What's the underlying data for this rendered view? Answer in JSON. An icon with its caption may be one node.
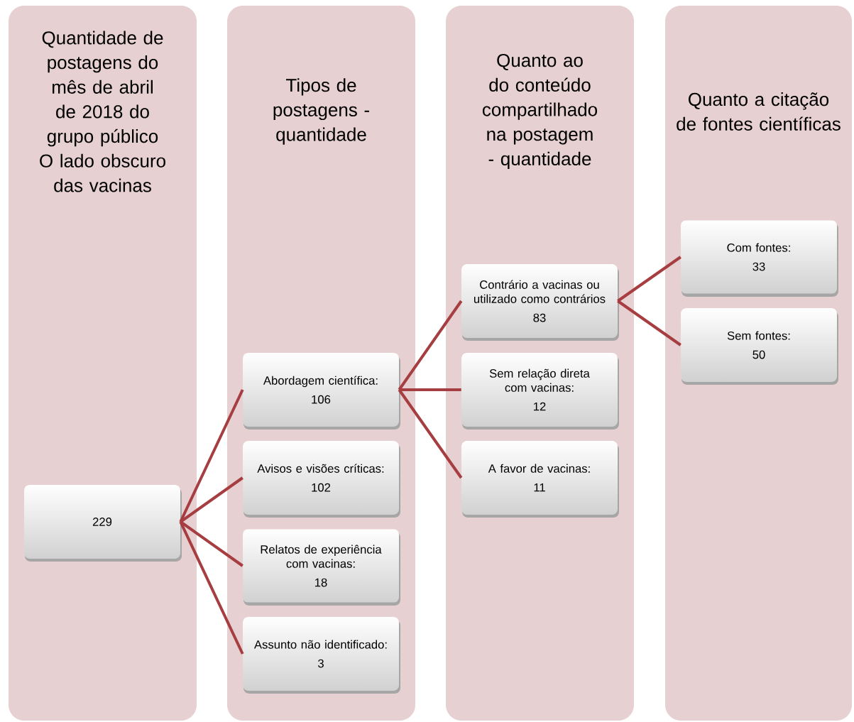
{
  "diagram": {
    "nodes": [
      {
        "text": [
          "Quantidade de postagens do mês de abril de 2018 do grupo público O lado obscuro das vacinas"
        ]
      },
      {
        "text": [
          "Tipos de postagens - quantidade"
        ]
      },
      {
        "text": [
          "Quanto ao do conteúdo compartilhado na postagem - quantidade"
        ]
      },
      {
        "text": [
          "Quanto a citação de fontes científicas"
        ]
      },
      {
        "text": [
          "229"
        ],
        "in": 0
      },
      {
        "text": [
          "Abordagem científica:",
          "106"
        ],
        "in": 1
      },
      {
        "text": [
          "Avisos e visões críticas:",
          "102"
        ],
        "in": 1
      },
      {
        "text": [
          "Relatos de experiência com vacinas:",
          "18"
        ],
        "in": 1
      },
      {
        "text": [
          "Assunto não identificado:",
          "3"
        ],
        "in": 1
      },
      {
        "text": [
          "Contrário a vacinas ou utilizado como contrários",
          "83"
        ],
        "in": 2
      },
      {
        "text": [
          "Sem relação direta com vacinas:",
          "12"
        ],
        "in": 2
      },
      {
        "text": [
          "A favor de vacinas:",
          "11"
        ],
        "in": 2
      },
      {
        "text": [
          "Com fontes:",
          "33"
        ],
        "in": 3
      },
      {
        "text": [
          "Sem fontes:",
          "50"
        ],
        "in": 3
      }
    ],
    "edges": [
      {
        "from": 4,
        "to": 5,
        "arrow": "none"
      },
      {
        "from": 4,
        "to": 6,
        "arrow": "none"
      },
      {
        "from": 4,
        "to": 7,
        "arrow": "none"
      },
      {
        "from": 4,
        "to": 8,
        "arrow": "none"
      },
      {
        "from": 5,
        "to": 9,
        "arrow": "none"
      },
      {
        "from": 5,
        "to": 10,
        "arrow": "none"
      },
      {
        "from": 5,
        "to": 11,
        "arrow": "none"
      },
      {
        "from": 9,
        "to": 12,
        "arrow": "none"
      },
      {
        "from": 9,
        "to": 13,
        "arrow": "none"
      }
    ]
  }
}
